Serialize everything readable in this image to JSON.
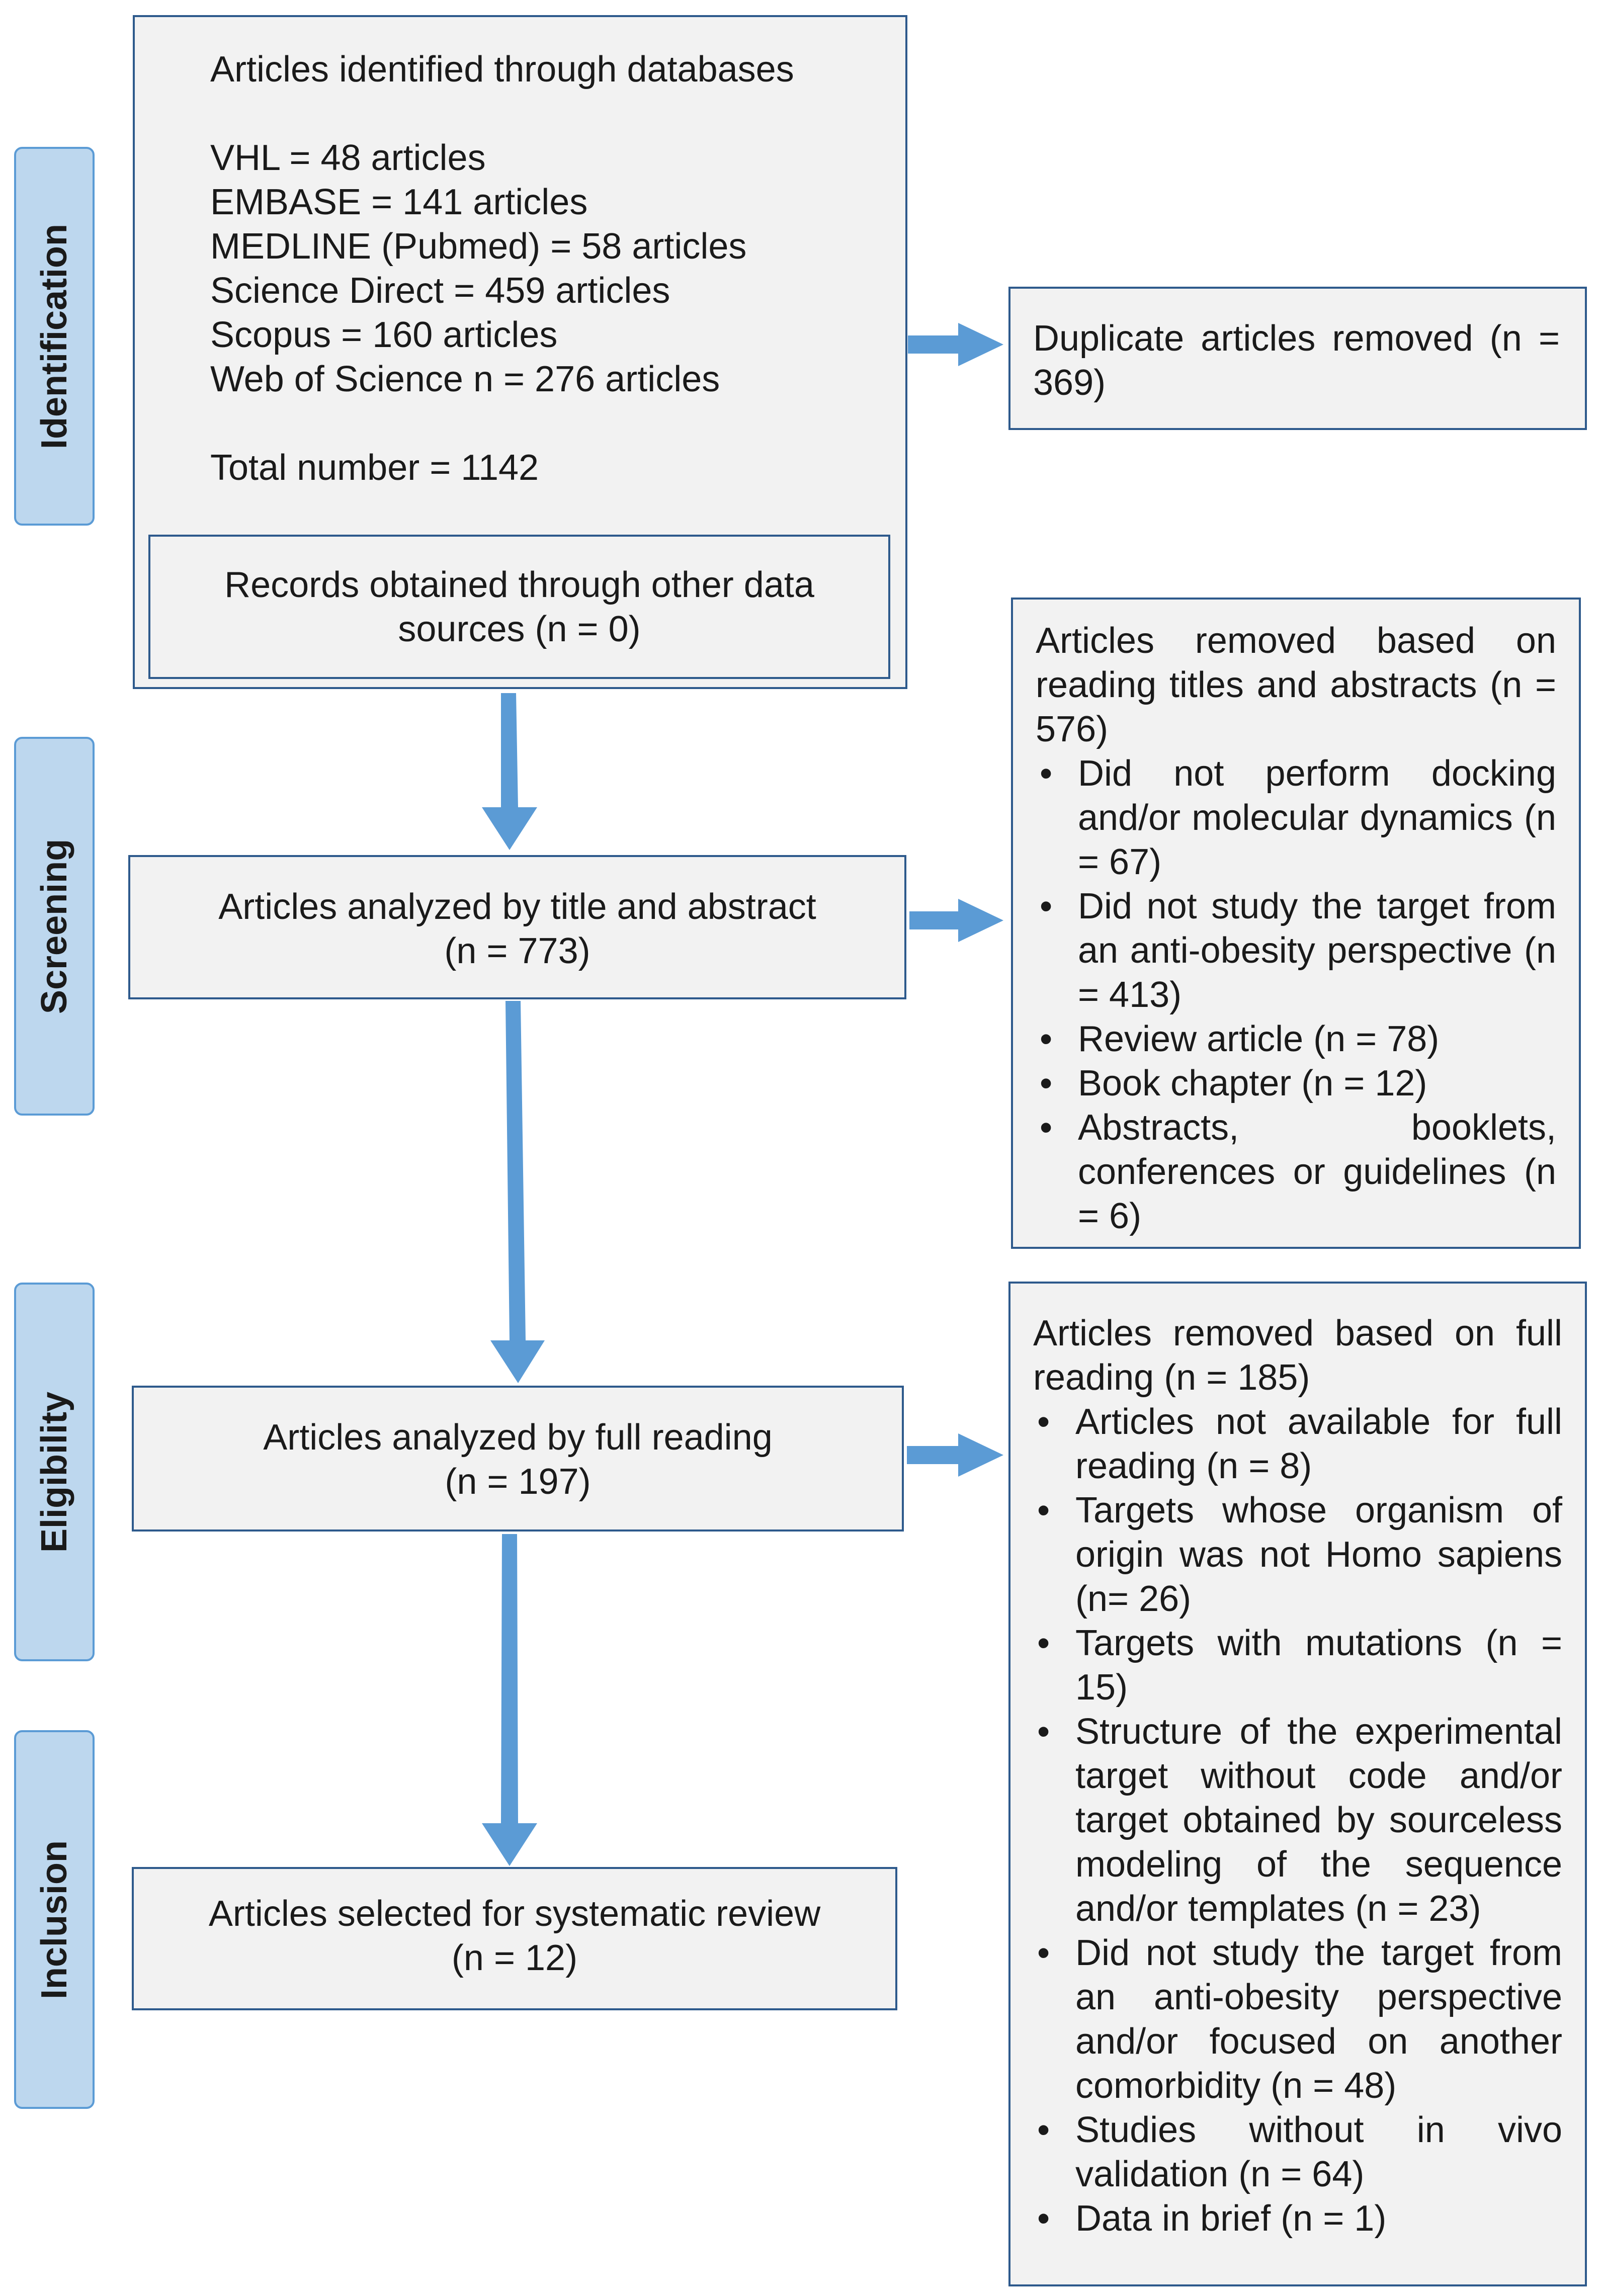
{
  "stages": {
    "identification": "Identification",
    "screening": "Screening",
    "eligibility": "Eligibility",
    "inclusion": "Inclusion"
  },
  "identified": {
    "heading": "Articles identified through databases",
    "sources": [
      "VHL = 48 articles",
      "EMBASE = 141 articles",
      "MEDLINE (Pubmed) = 58 articles",
      "Science Direct = 459 articles",
      "Scopus = 160 articles",
      "Web of Science n = 276 articles"
    ],
    "total": "Total number  = 1142"
  },
  "other_sources": "Records obtained through  other data sources (n = 0)",
  "duplicates": "Duplicate articles removed (n = 369)",
  "screened": {
    "label": "Articles analyzed by title and abstract",
    "n": "(n = 773)"
  },
  "screen_removed": {
    "heading": "Articles removed based on reading titles and abstracts (n = 576)",
    "reasons": [
      "Did not perform docking and/or molecular dynamics (n = 67)",
      "Did not study the target from an anti-obesity perspective (n = 413)",
      "Review article (n = 78)",
      "Book chapter (n = 12)",
      "Abstracts, booklets, conferences or guidelines (n = 6)"
    ]
  },
  "eligible": {
    "label": "Articles analyzed by full  reading",
    "n": "(n = 197)"
  },
  "full_removed": {
    "heading": "Articles removed based on full reading (n = 185)",
    "reasons": [
      "Articles not available for full reading (n  = 8)",
      "Targets whose organism of origin was not Homo sapiens (n= 26)",
      "Targets with mutations (n = 15)",
      "Structure of the experimental target without code and/or target obtained by sourceless modeling of the sequence and/or templates (n = 23)",
      "Did not study the target from an anti-obesity perspective and/or focused on another comorbidity (n = 48)",
      "Studies without in vivo validation (n = 64)",
      "Data in brief (n = 1)"
    ]
  },
  "included": {
    "label": "Articles selected for systematic review",
    "n": "(n = 12)"
  },
  "colors": {
    "arrow": "#5b9bd5",
    "stage_fill": "#bdd7ee",
    "box_fill": "#f2f2f2",
    "box_border": "#2e5a8c"
  }
}
